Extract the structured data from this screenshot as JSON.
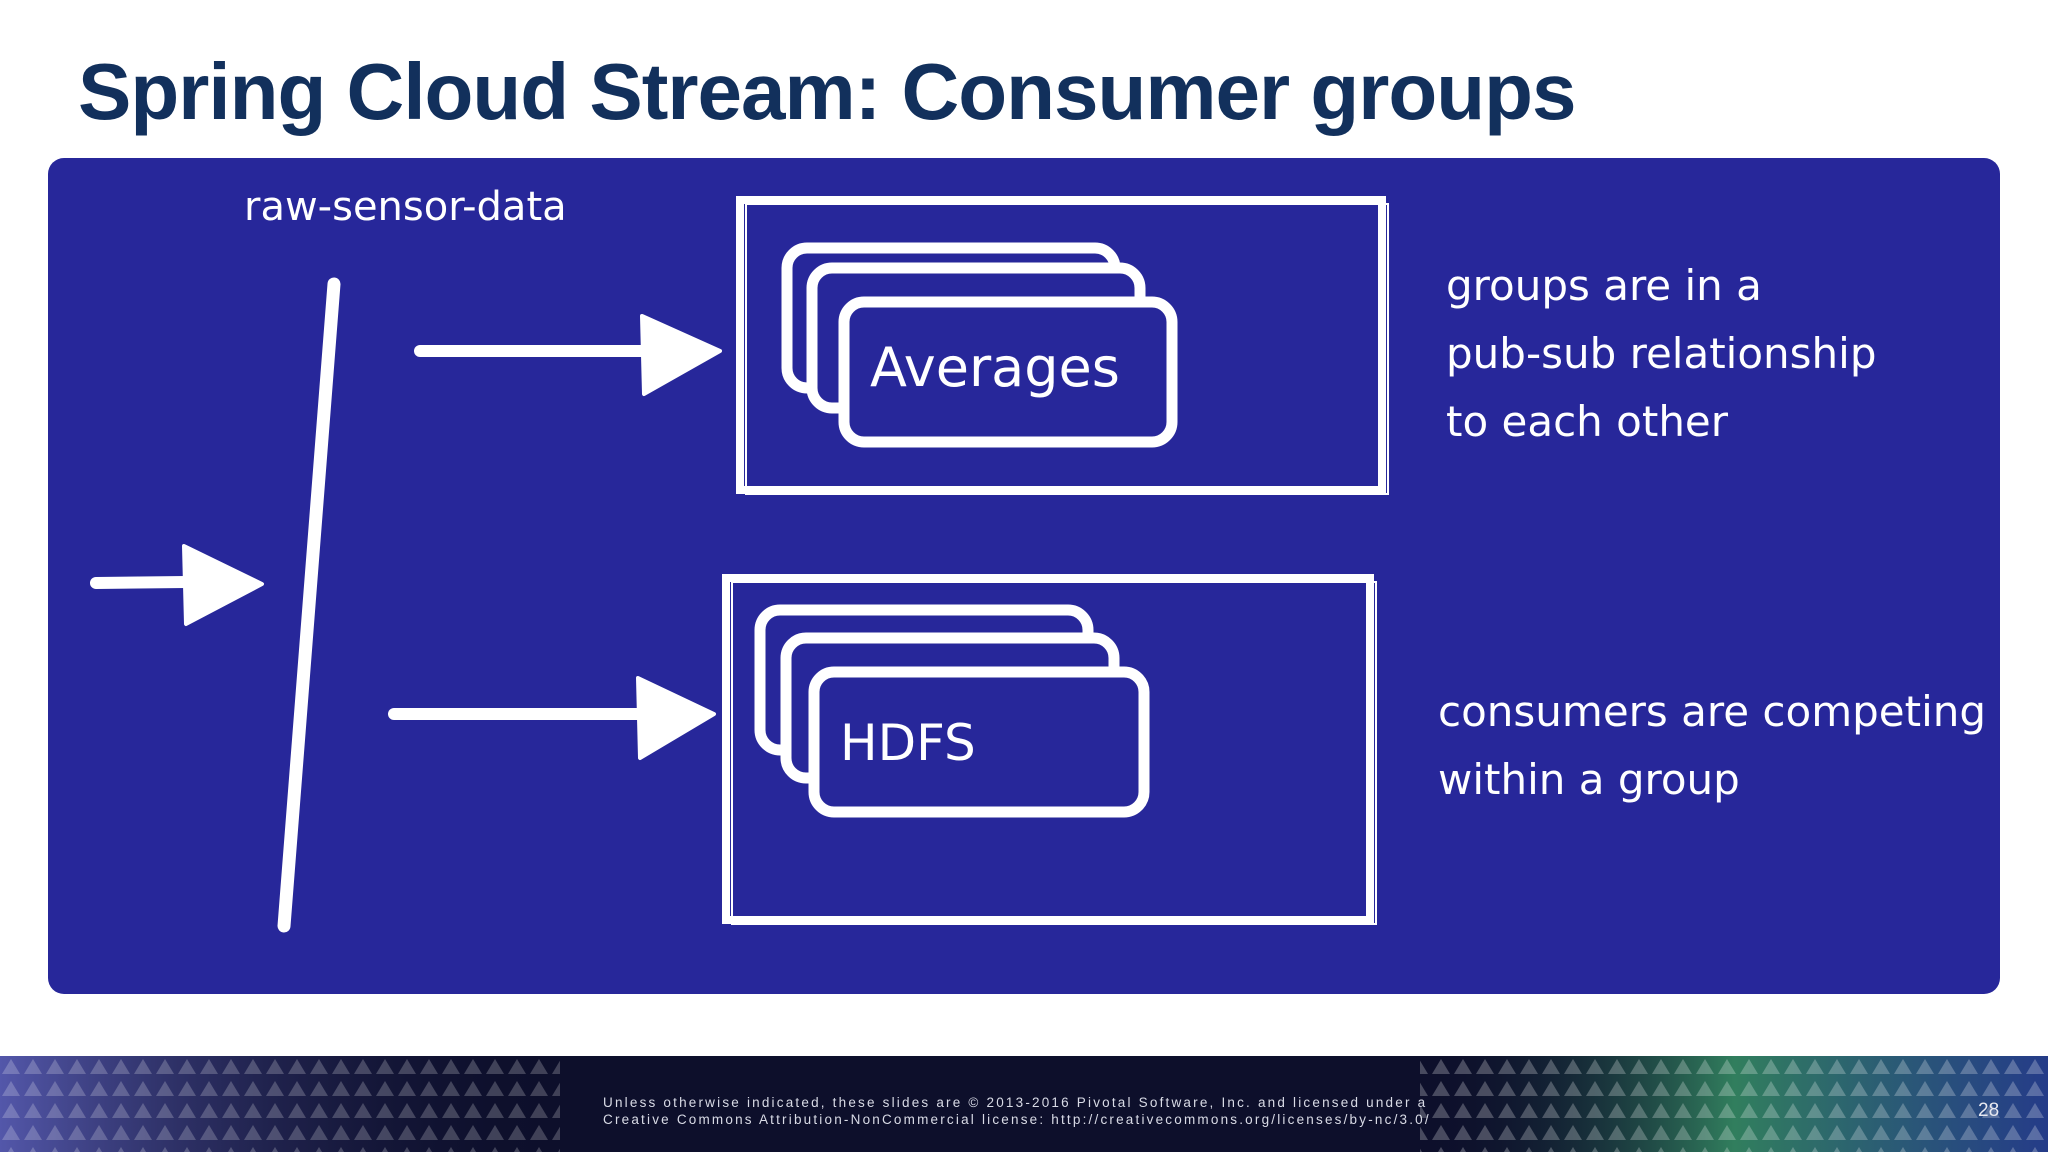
{
  "slide": {
    "title": "Spring Cloud Stream: Consumer groups",
    "page_number": "28"
  },
  "diagram": {
    "topic_label": "raw-sensor-data",
    "group_1_label": "Averages",
    "group_2_label": "HDFS",
    "note_1_line_1": "groups are in a",
    "note_1_line_2": "pub-sub relationship",
    "note_1_line_3": "to each other",
    "note_2_line_1": "consumers are competing",
    "note_2_line_2": "within a group"
  },
  "footer": {
    "legal_line_1": "Unless otherwise indicated, these slides are © 2013-2016 Pivotal Software, Inc. and licensed under a",
    "legal_line_2": "Creative Commons Attribution-NonCommercial license: http://creativecommons.org/licenses/by-nc/3.0/"
  },
  "colors": {
    "title": "#12305c",
    "board": "#27279a",
    "chalk": "#ffffff",
    "footer": "#0d0f2b"
  }
}
